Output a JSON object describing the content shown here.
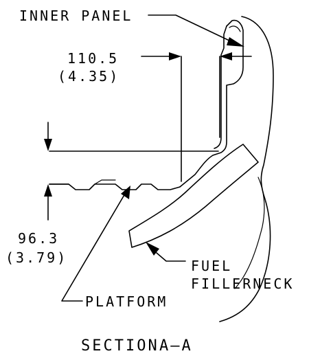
{
  "labels": {
    "inner_panel": "INNER PANEL",
    "dim_top_mm": "110.5",
    "dim_top_in": "(4.35)",
    "dim_bottom_mm": "96.3",
    "dim_bottom_in": "(3.79)",
    "fuel_line1": "FUEL",
    "fuel_line2": "FILLERNECK",
    "platform": "PLATFORM",
    "section_prefix": "SECTION",
    "section_id": "A—A"
  }
}
